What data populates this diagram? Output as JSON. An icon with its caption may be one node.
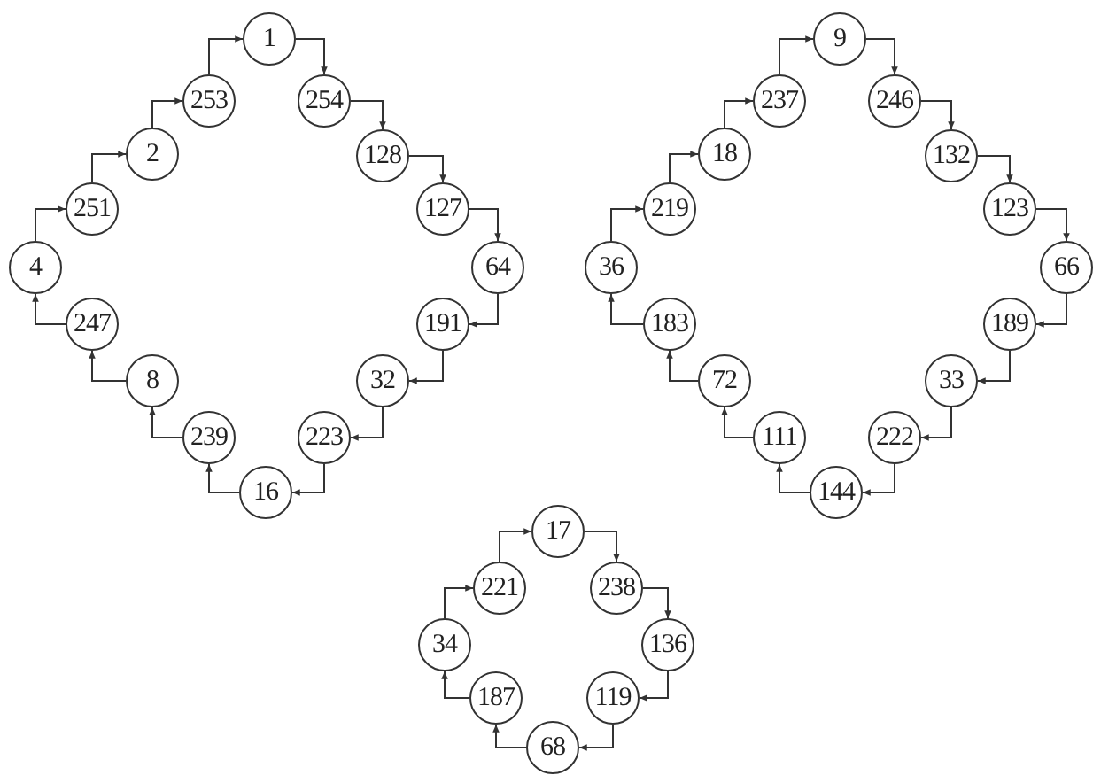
{
  "diagram": {
    "nodes": [
      {
        "text": [
          "1"
        ]
      },
      {
        "text": [
          "254"
        ]
      },
      {
        "text": [
          "128"
        ]
      },
      {
        "text": [
          "127"
        ]
      },
      {
        "text": [
          "64"
        ]
      },
      {
        "text": [
          "191"
        ]
      },
      {
        "text": [
          "32"
        ]
      },
      {
        "text": [
          "223"
        ]
      },
      {
        "text": [
          "16"
        ]
      },
      {
        "text": [
          "239"
        ]
      },
      {
        "text": [
          "8"
        ]
      },
      {
        "text": [
          "247"
        ]
      },
      {
        "text": [
          "4"
        ]
      },
      {
        "text": [
          "251"
        ]
      },
      {
        "text": [
          "2"
        ]
      },
      {
        "text": [
          "253"
        ]
      },
      {
        "text": [
          "9"
        ]
      },
      {
        "text": [
          "246"
        ]
      },
      {
        "text": [
          "132"
        ]
      },
      {
        "text": [
          "123"
        ]
      },
      {
        "text": [
          "66"
        ]
      },
      {
        "text": [
          "189"
        ]
      },
      {
        "text": [
          "33"
        ]
      },
      {
        "text": [
          "222"
        ]
      },
      {
        "text": [
          "144"
        ]
      },
      {
        "text": [
          "111"
        ]
      },
      {
        "text": [
          "72"
        ]
      },
      {
        "text": [
          "183"
        ]
      },
      {
        "text": [
          "36"
        ]
      },
      {
        "text": [
          "219"
        ]
      },
      {
        "text": [
          "18"
        ]
      },
      {
        "text": [
          "237"
        ]
      },
      {
        "text": [
          "17"
        ]
      },
      {
        "text": [
          "238"
        ]
      },
      {
        "text": [
          "136"
        ]
      },
      {
        "text": [
          "119"
        ]
      },
      {
        "text": [
          "68"
        ]
      },
      {
        "text": [
          "187"
        ]
      },
      {
        "text": [
          "34"
        ]
      },
      {
        "text": [
          "221"
        ]
      }
    ],
    "edges": [
      {
        "from": 0,
        "to": 1,
        "arrow": "to"
      },
      {
        "from": 1,
        "to": 2,
        "arrow": "to"
      },
      {
        "from": 2,
        "to": 3,
        "arrow": "to"
      },
      {
        "from": 3,
        "to": 4,
        "arrow": "to"
      },
      {
        "from": 4,
        "to": 5,
        "arrow": "to"
      },
      {
        "from": 5,
        "to": 6,
        "arrow": "to"
      },
      {
        "from": 6,
        "to": 7,
        "arrow": "to"
      },
      {
        "from": 7,
        "to": 8,
        "arrow": "to"
      },
      {
        "from": 8,
        "to": 9,
        "arrow": "to"
      },
      {
        "from": 9,
        "to": 10,
        "arrow": "to"
      },
      {
        "from": 10,
        "to": 11,
        "arrow": "to"
      },
      {
        "from": 11,
        "to": 12,
        "arrow": "to"
      },
      {
        "from": 12,
        "to": 13,
        "arrow": "to"
      },
      {
        "from": 13,
        "to": 14,
        "arrow": "to"
      },
      {
        "from": 14,
        "to": 15,
        "arrow": "to"
      },
      {
        "from": 15,
        "to": 0,
        "arrow": "to"
      },
      {
        "from": 16,
        "to": 17,
        "arrow": "to"
      },
      {
        "from": 17,
        "to": 18,
        "arrow": "to"
      },
      {
        "from": 18,
        "to": 19,
        "arrow": "to"
      },
      {
        "from": 19,
        "to": 20,
        "arrow": "to"
      },
      {
        "from": 20,
        "to": 21,
        "arrow": "to"
      },
      {
        "from": 21,
        "to": 22,
        "arrow": "to"
      },
      {
        "from": 22,
        "to": 23,
        "arrow": "to"
      },
      {
        "from": 23,
        "to": 24,
        "arrow": "to"
      },
      {
        "from": 24,
        "to": 25,
        "arrow": "to"
      },
      {
        "from": 25,
        "to": 26,
        "arrow": "to"
      },
      {
        "from": 26,
        "to": 27,
        "arrow": "to"
      },
      {
        "from": 27,
        "to": 28,
        "arrow": "to"
      },
      {
        "from": 28,
        "to": 29,
        "arrow": "to"
      },
      {
        "from": 29,
        "to": 30,
        "arrow": "to"
      },
      {
        "from": 30,
        "to": 31,
        "arrow": "to"
      },
      {
        "from": 31,
        "to": 16,
        "arrow": "to"
      },
      {
        "from": 32,
        "to": 33,
        "arrow": "to"
      },
      {
        "from": 33,
        "to": 34,
        "arrow": "to"
      },
      {
        "from": 34,
        "to": 35,
        "arrow": "to"
      },
      {
        "from": 35,
        "to": 36,
        "arrow": "to"
      },
      {
        "from": 36,
        "to": 37,
        "arrow": "to"
      },
      {
        "from": 37,
        "to": 38,
        "arrow": "to"
      },
      {
        "from": 38,
        "to": 39,
        "arrow": "to"
      },
      {
        "from": 39,
        "to": 32,
        "arrow": "to"
      }
    ]
  }
}
